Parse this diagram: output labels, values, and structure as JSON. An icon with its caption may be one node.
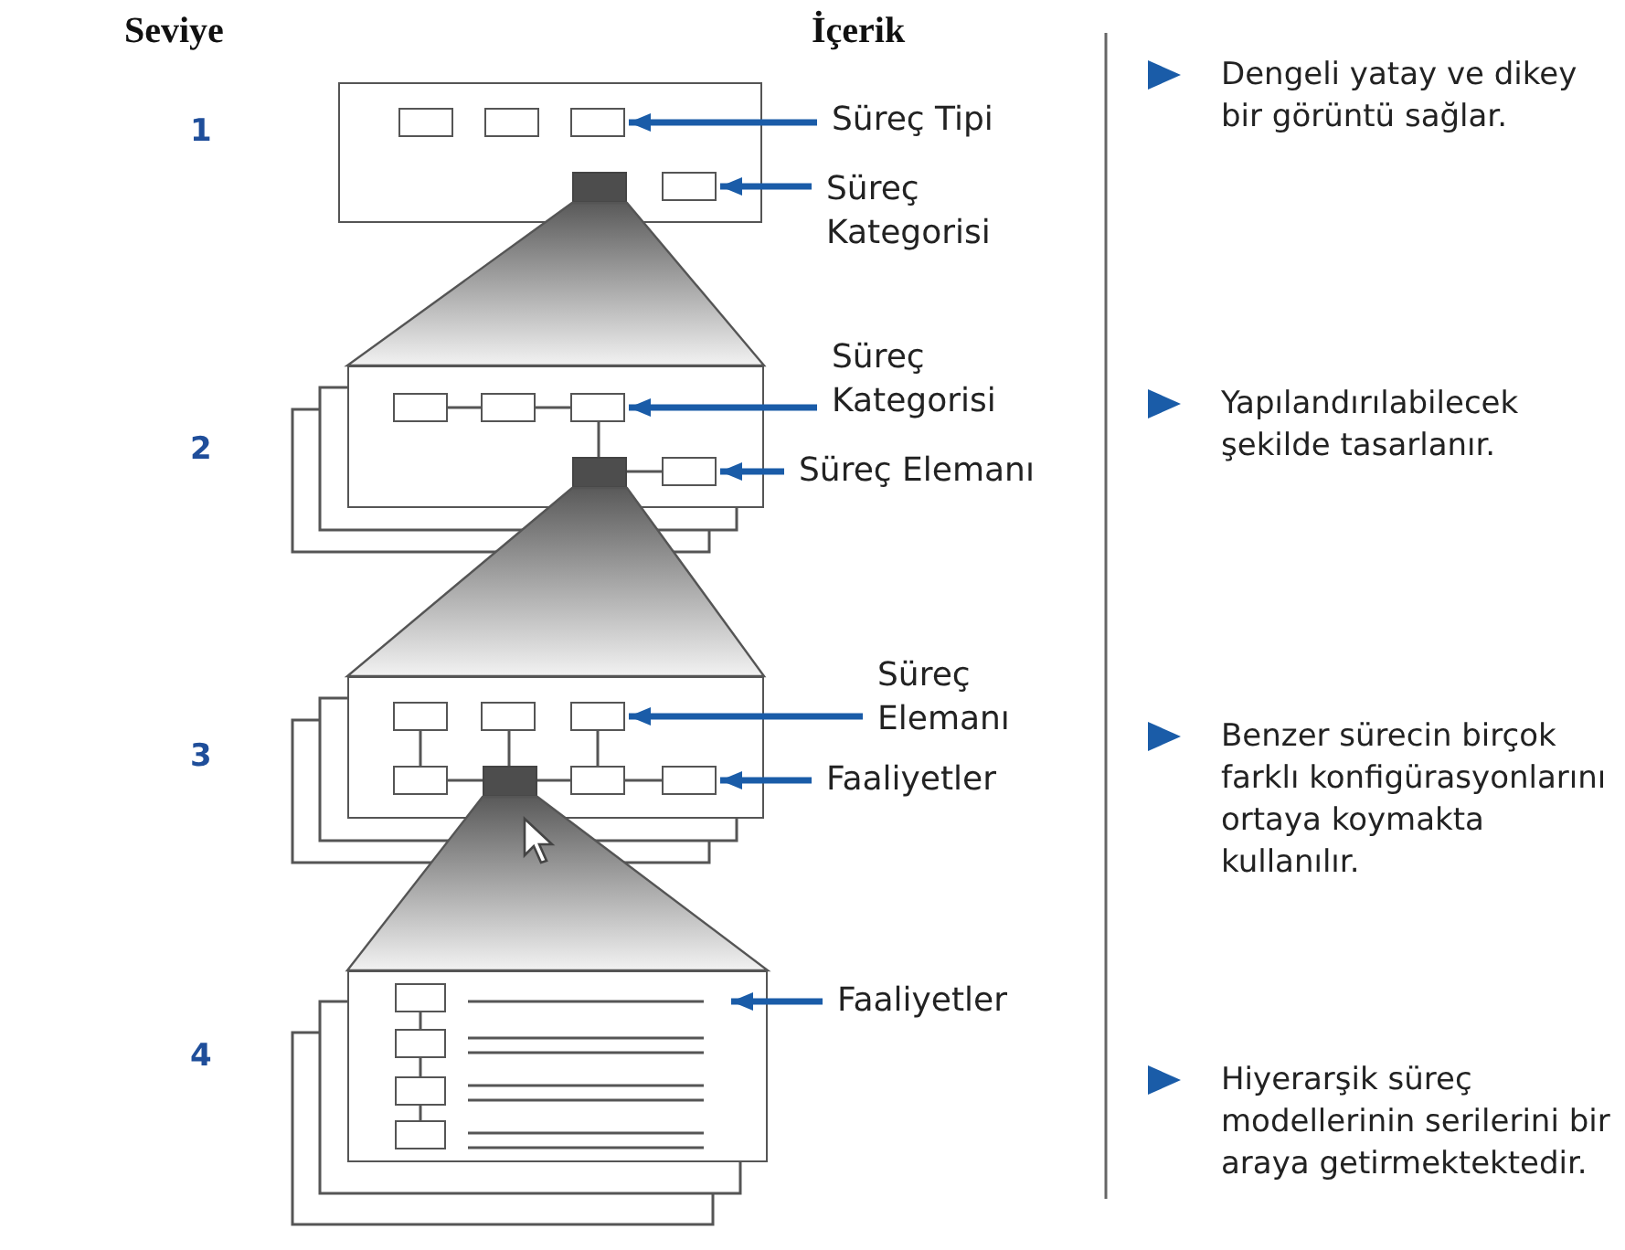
{
  "diagram": {
    "nodes": [
      {
        "text": [],
        "shape": "box"
      },
      {
        "text": [],
        "shape": "box",
        "in": 0
      },
      {
        "text": [],
        "shape": "box",
        "in": 0
      },
      {
        "text": [],
        "shape": "box",
        "in": 0
      },
      {
        "text": [],
        "shape": "box",
        "in": 0
      },
      {
        "text": [],
        "shape": "box",
        "in": 0
      },
      {
        "text": [
          "Süreç Tipi"
        ]
      },
      {
        "text": [
          "Süreç Kategorisi"
        ]
      },
      {
        "text": [],
        "shape": "box"
      },
      {
        "text": [],
        "shape": "box",
        "in": 8
      },
      {
        "text": [],
        "shape": "box",
        "in": 8
      },
      {
        "text": [],
        "shape": "box",
        "in": 8
      },
      {
        "text": [],
        "shape": "box",
        "in": 8
      },
      {
        "text": [],
        "shape": "box",
        "in": 8
      },
      {
        "text": [
          "Süreç Kategorisi"
        ]
      },
      {
        "text": [
          "Süreç Elemanı"
        ]
      },
      {
        "text": [],
        "shape": "box"
      },
      {
        "text": [],
        "shape": "box",
        "in": 16
      },
      {
        "text": [],
        "shape": "box",
        "in": 16
      },
      {
        "text": [],
        "shape": "box",
        "in": 16
      },
      {
        "text": [],
        "shape": "box",
        "in": 16
      },
      {
        "text": [],
        "shape": "box",
        "in": 16
      },
      {
        "text": [],
        "shape": "box",
        "in": 16
      },
      {
        "text": [],
        "shape": "box",
        "in": 16
      },
      {
        "text": [
          "Süreç Elemanı"
        ]
      },
      {
        "text": [
          "Faaliyetler"
        ]
      },
      {
        "text": [],
        "shape": "box"
      },
      {
        "text": [],
        "shape": "box",
        "in": 26
      },
      {
        "text": [],
        "shape": "box",
        "in": 26
      },
      {
        "text": [],
        "shape": "box",
        "in": 26
      },
      {
        "text": [],
        "shape": "box",
        "in": 26
      },
      {
        "text": [
          "Faaliyetler"
        ]
      }
    ],
    "edges": [
      {
        "from": 6,
        "to": 3,
        "arrow": "to",
        "style": "thick",
        "color": "#1a5ca8"
      },
      {
        "from": 7,
        "to": 5,
        "arrow": "to",
        "style": "thick",
        "color": "#1a5ca8"
      },
      {
        "from": 9,
        "to": 10,
        "arrow": "none"
      },
      {
        "from": 10,
        "to": 11,
        "arrow": "none"
      },
      {
        "from": 11,
        "to": 12,
        "arrow": "none"
      },
      {
        "from": 12,
        "to": 13,
        "arrow": "none"
      },
      {
        "from": 14,
        "to": 11,
        "arrow": "to",
        "style": "thick",
        "color": "#1a5ca8"
      },
      {
        "from": 15,
        "to": 13,
        "arrow": "to",
        "style": "thick",
        "color": "#1a5ca8"
      },
      {
        "from": 17,
        "to": 20,
        "arrow": "none"
      },
      {
        "from": 18,
        "to": 21,
        "arrow": "none"
      },
      {
        "from": 19,
        "to": 22,
        "arrow": "none"
      },
      {
        "from": 20,
        "to": 21,
        "arrow": "none"
      },
      {
        "from": 21,
        "to": 22,
        "arrow": "none"
      },
      {
        "from": 22,
        "to": 23,
        "arrow": "none"
      },
      {
        "from": 24,
        "to": 19,
        "arrow": "to",
        "style": "thick",
        "color": "#1a5ca8"
      },
      {
        "from": 25,
        "to": 23,
        "arrow": "to",
        "style": "thick",
        "color": "#1a5ca8"
      },
      {
        "from": 27,
        "to": 28,
        "arrow": "none"
      },
      {
        "from": 28,
        "to": 29,
        "arrow": "none"
      },
      {
        "from": 29,
        "to": 30,
        "arrow": "none"
      },
      {
        "from": 31,
        "to": 26,
        "arrow": "to",
        "style": "thick",
        "color": "#1a5ca8"
      }
    ],
    "labels": [
      "Seviye",
      "İçerik",
      "1",
      "Dengeli yatay ve dikey bir görüntü sağlar.",
      "2",
      "Yapılandırılabilecek şekilde tasarlanır.",
      "3",
      "Benzer sürecin birçok farklı konfigürasyonlarını ortaya koymakta kullanılır.",
      "4",
      "Hiyerarşik süreç modellerinin serilerini bir araya getirmektektedir."
    ]
  }
}
